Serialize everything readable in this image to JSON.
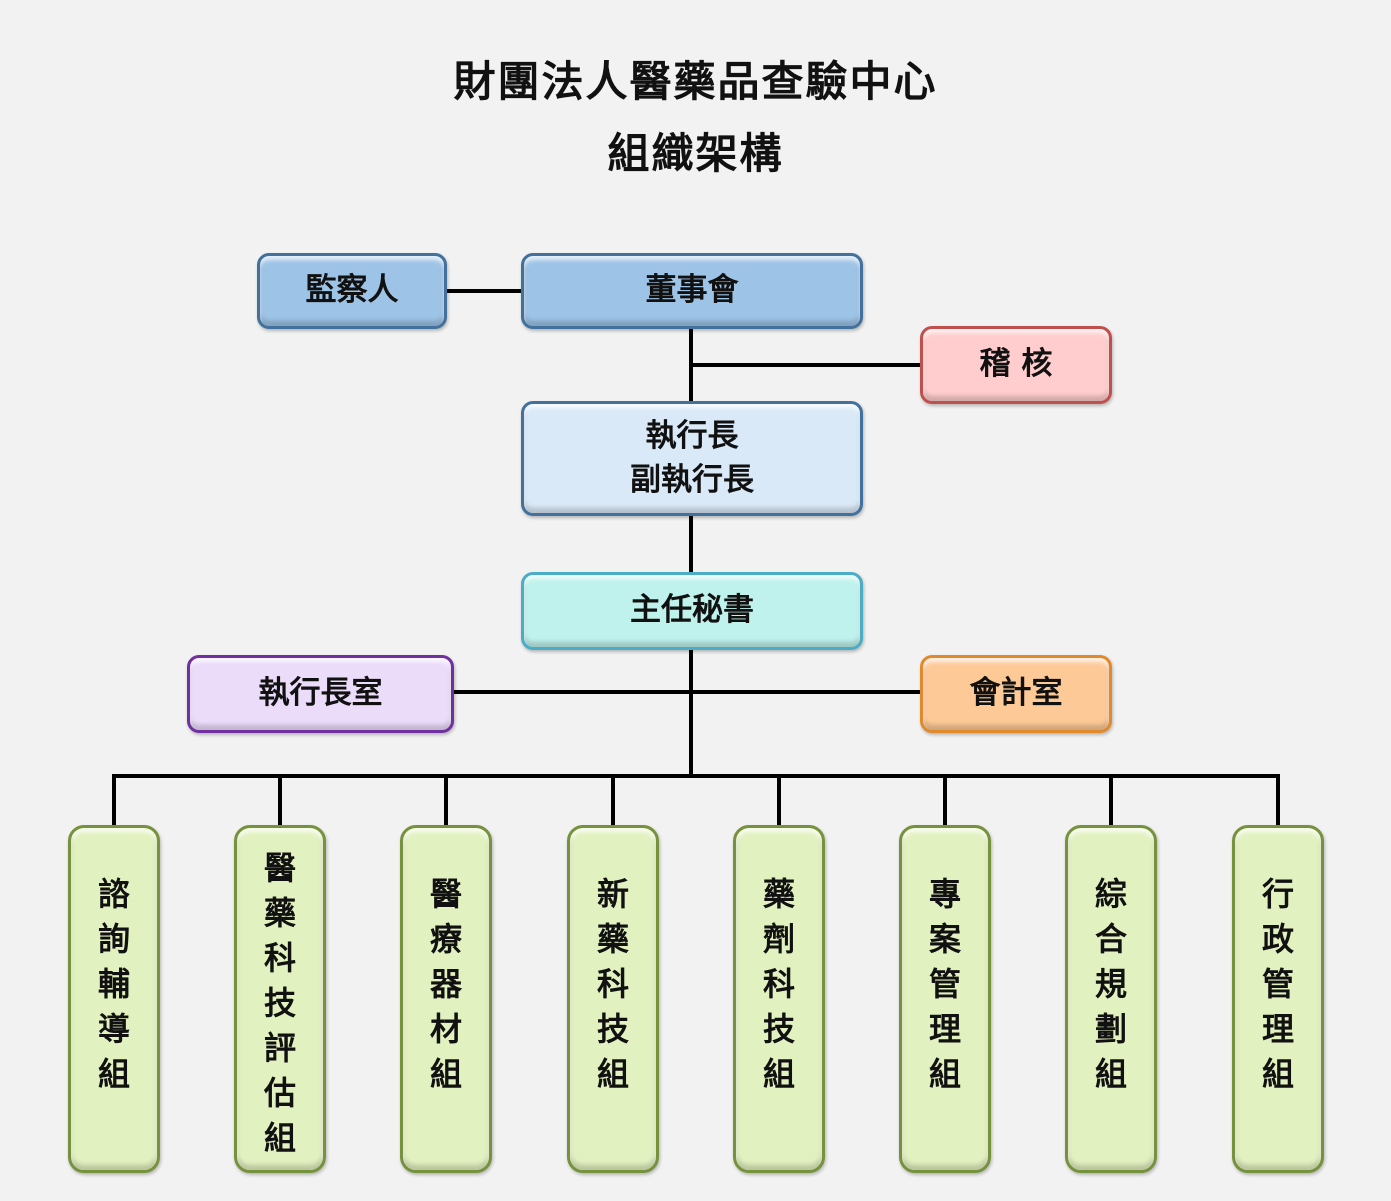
{
  "title": {
    "line1": "財團法人醫藥品查驗中心",
    "line2": "組織架構"
  },
  "nodes": {
    "supervisor": "監察人",
    "board": "董事會",
    "audit": "稽 核",
    "ceo": "執行長",
    "deputy_ceo": "副執行長",
    "chief_secretary": "主任秘書",
    "ceo_office": "執行長室",
    "accounting": "會計室"
  },
  "divisions": [
    "諮詢輔導組",
    "醫藥科技評估組",
    "醫療器材組",
    "新藥科技組",
    "藥劑科技組",
    "專案管理組",
    "綜合規劃組",
    "行政管理組"
  ],
  "colors": {
    "board": "#9dc3e6",
    "ceo": "#dae9f8",
    "audit": "#ffcdcd",
    "chief_secretary": "#bff2ec",
    "ceo_office": "#ebdcfa",
    "accounting": "#fdc997",
    "division": "#e2f1c0",
    "background": "#f2f2f2"
  }
}
